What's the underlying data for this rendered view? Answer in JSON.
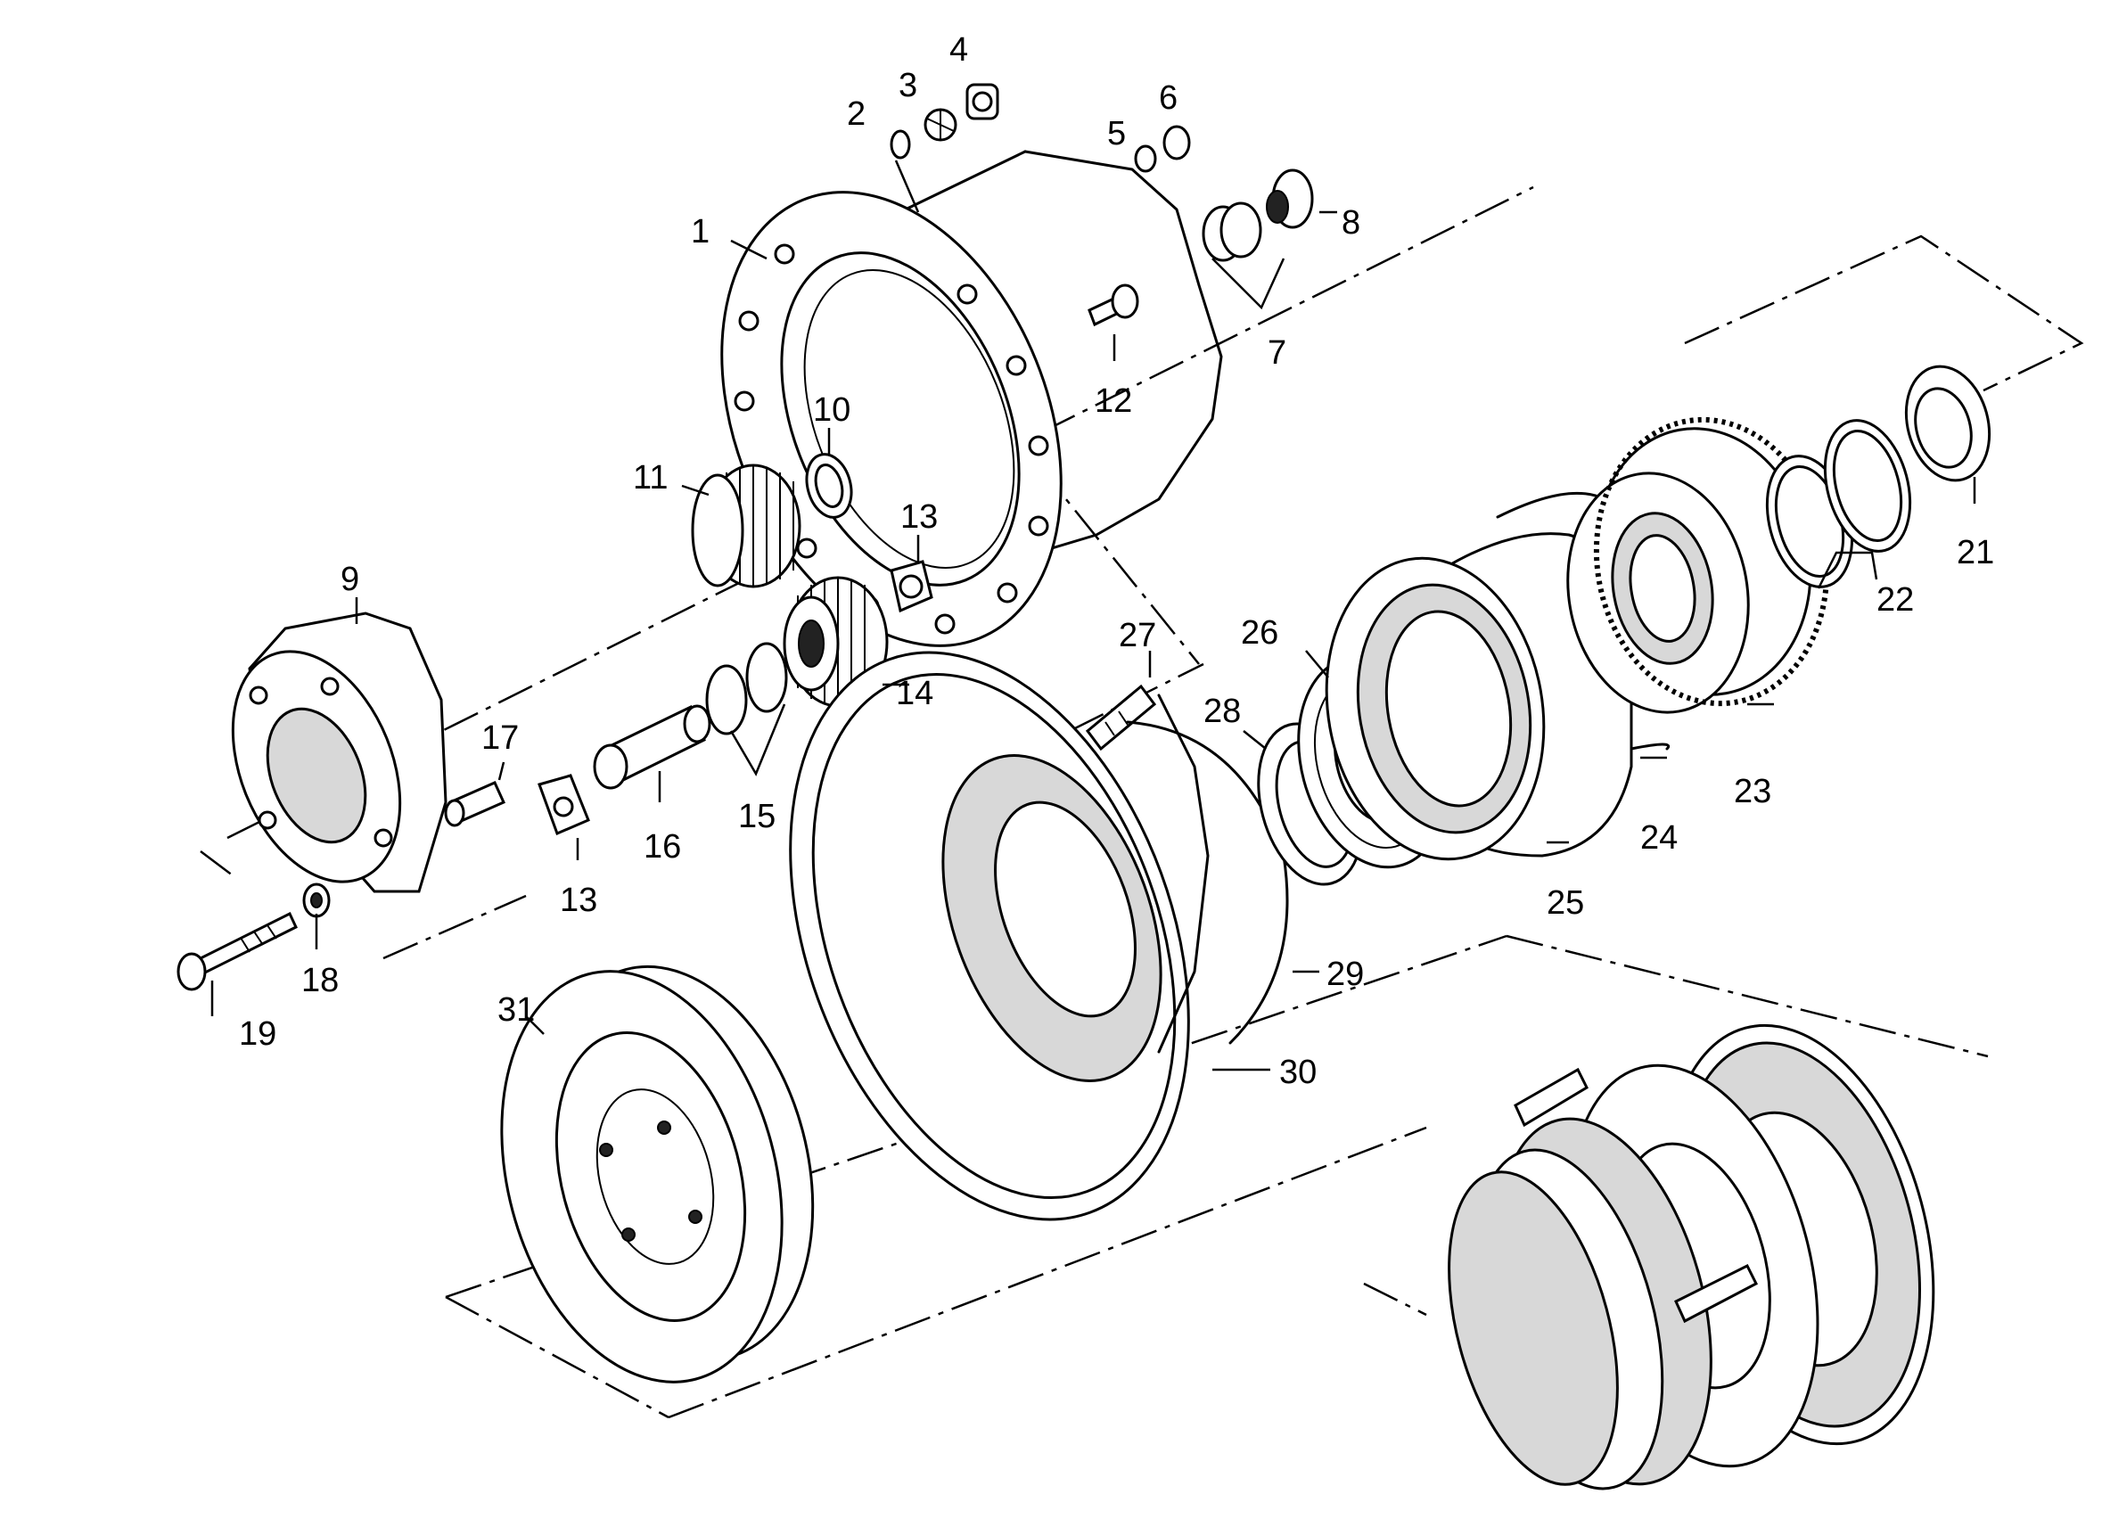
{
  "diagram": {
    "parts": [
      {
        "num": "1"
      },
      {
        "num": "2"
      },
      {
        "num": "3"
      },
      {
        "num": "4"
      },
      {
        "num": "5"
      },
      {
        "num": "6"
      },
      {
        "num": "7"
      },
      {
        "num": "8"
      },
      {
        "num": "9"
      },
      {
        "num": "10"
      },
      {
        "num": "11"
      },
      {
        "num": "12"
      },
      {
        "num": "13"
      },
      {
        "num": "13"
      },
      {
        "num": "14"
      },
      {
        "num": "15"
      },
      {
        "num": "16"
      },
      {
        "num": "17"
      },
      {
        "num": "18"
      },
      {
        "num": "19"
      },
      {
        "num": "21"
      },
      {
        "num": "22"
      },
      {
        "num": "23"
      },
      {
        "num": "24"
      },
      {
        "num": "25"
      },
      {
        "num": "26"
      },
      {
        "num": "27"
      },
      {
        "num": "28"
      },
      {
        "num": "29"
      },
      {
        "num": "30"
      },
      {
        "num": "31"
      }
    ]
  }
}
